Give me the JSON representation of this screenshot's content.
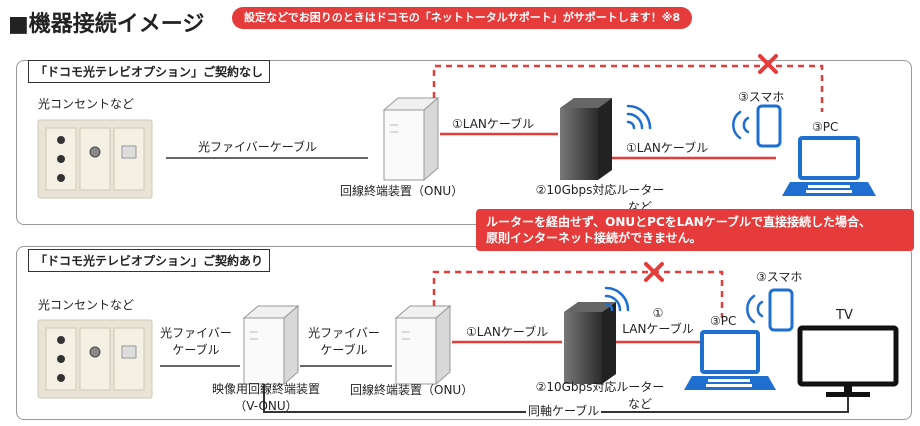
{
  "header": {
    "title": "■機器接続イメージ",
    "banner": "設定などでお困りのときはドコモの「ネットトータルサポート」がサポートします！※8"
  },
  "panel_top": {
    "label": "「ドコモ光テレビオプション」ご契約なし",
    "outlet": "光コンセントなど",
    "fiber_cable": "光ファイバーケーブル",
    "onu": "回線終端装置（ONU）",
    "lan1": "①LANケーブル",
    "router_line1": "②10Gbps対応ルーター",
    "router_line2": "など",
    "lan2": "①LANケーブル",
    "smartphone": "③スマホ",
    "pc": "③PC"
  },
  "warning": {
    "line1": "ルーターを経由せず、ONUとPCをLANケーブルで直接接続した場合、",
    "line2": "原則インターネット接続ができません。"
  },
  "panel_bottom": {
    "label": "「ドコモ光テレビオプション」ご契約あり",
    "outlet": "光コンセントなど",
    "fiber1_l1": "光ファイバー",
    "fiber1_l2": "ケーブル",
    "vonu_l1": "映像用回線終端装置",
    "vonu_l2": "（V-ONU）",
    "fiber2_l1": "光ファイバー",
    "fiber2_l2": "ケーブル",
    "onu": "回線終端装置（ONU）",
    "lan1": "①LANケーブル",
    "router_line1": "②10Gbps対応ルーター",
    "router_line2": "など",
    "lan2_l1": "①",
    "lan2_l2": "LANケーブル",
    "pc": "③PC",
    "smartphone": "③スマホ",
    "tv": "TV",
    "coax": "同軸ケーブル"
  },
  "colors": {
    "accent_red": "#e63b3b",
    "device_blue": "#1f6fd1",
    "cable_gray": "#666666"
  }
}
